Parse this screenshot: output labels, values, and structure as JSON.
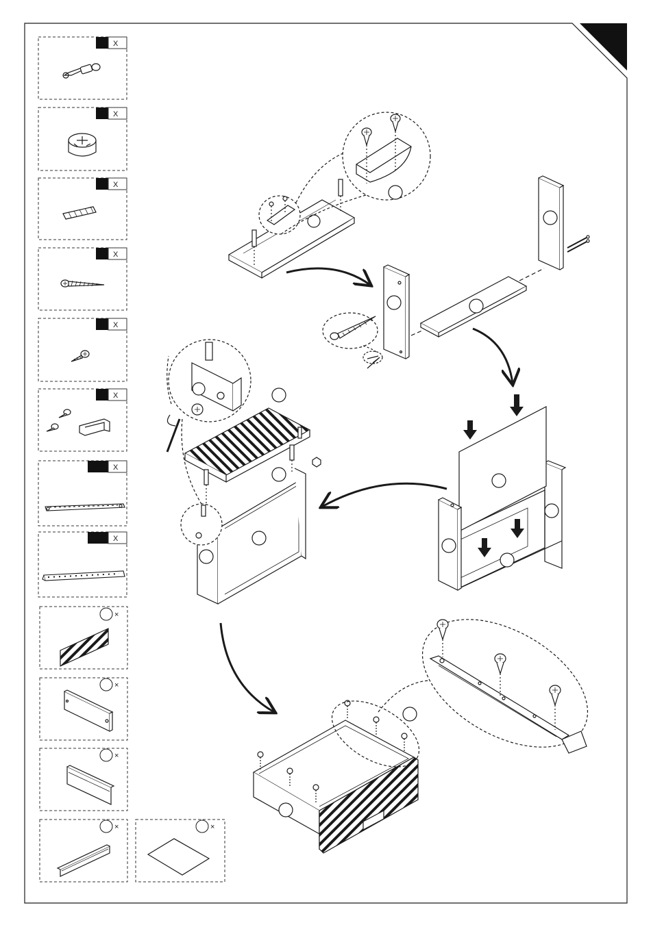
{
  "hardware_parts": [
    {
      "icon": "cam-bolt-icon",
      "qty_label": "X"
    },
    {
      "icon": "cam-lock-icon",
      "qty_label": "X"
    },
    {
      "icon": "wood-dowel-icon",
      "qty_label": "X"
    },
    {
      "icon": "long-screw-icon",
      "qty_label": "X"
    },
    {
      "icon": "short-screw-icon",
      "qty_label": "X"
    },
    {
      "icon": "handle-set-icon",
      "qty_label": "X"
    },
    {
      "icon": "drawer-slide-icon",
      "qty_label": "X"
    },
    {
      "icon": "drawer-runner-icon",
      "qty_label": "X"
    }
  ],
  "board_parts": [
    {
      "icon": "drawer-front-icon",
      "qty_label": "×"
    },
    {
      "icon": "side-panel-icon",
      "qty_label": "×"
    },
    {
      "icon": "back-panel-icon",
      "qty_label": "×"
    },
    {
      "icon": "base-strip-icon",
      "qty_label": "×"
    },
    {
      "icon": "bottom-board-icon",
      "qty_label": "×"
    }
  ],
  "colors": {
    "line": "#1a1a1a",
    "corner_tab": "#111111"
  }
}
